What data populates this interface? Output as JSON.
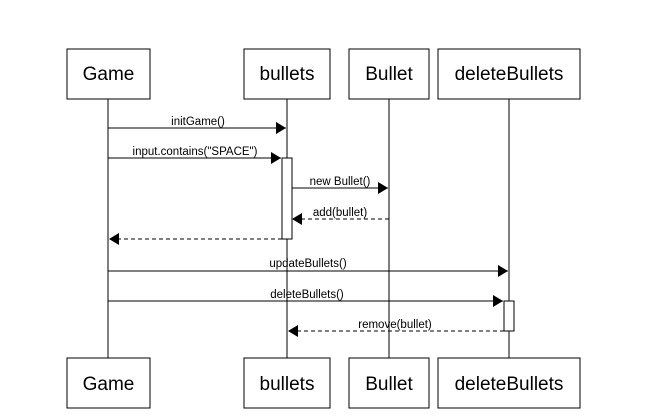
{
  "participants": [
    {
      "id": "game",
      "label": "Game"
    },
    {
      "id": "bullets",
      "label": "bullets"
    },
    {
      "id": "bullet",
      "label": "Bullet"
    },
    {
      "id": "deleteBullets",
      "label": "deleteBullets"
    }
  ],
  "messages": [
    {
      "from": "game",
      "to": "bullets",
      "label": "initGame()",
      "style": "solid"
    },
    {
      "from": "game",
      "to": "bullets",
      "label": "input.contains(\"SPACE\")",
      "style": "solid"
    },
    {
      "from": "bullets",
      "to": "bullet",
      "label": "new Bullet()",
      "style": "solid"
    },
    {
      "from": "bullet",
      "to": "bullets",
      "label": "add(bullet)",
      "style": "dashed"
    },
    {
      "from": "bullets",
      "to": "game",
      "label": "",
      "style": "dashed"
    },
    {
      "from": "game",
      "to": "deleteBullets",
      "label": "updateBullets()",
      "style": "solid"
    },
    {
      "from": "game",
      "to": "deleteBullets",
      "label": "deleteBullets()",
      "style": "solid"
    },
    {
      "from": "deleteBullets",
      "to": "bullets",
      "label": "remove(bullet)",
      "style": "dashed"
    }
  ]
}
